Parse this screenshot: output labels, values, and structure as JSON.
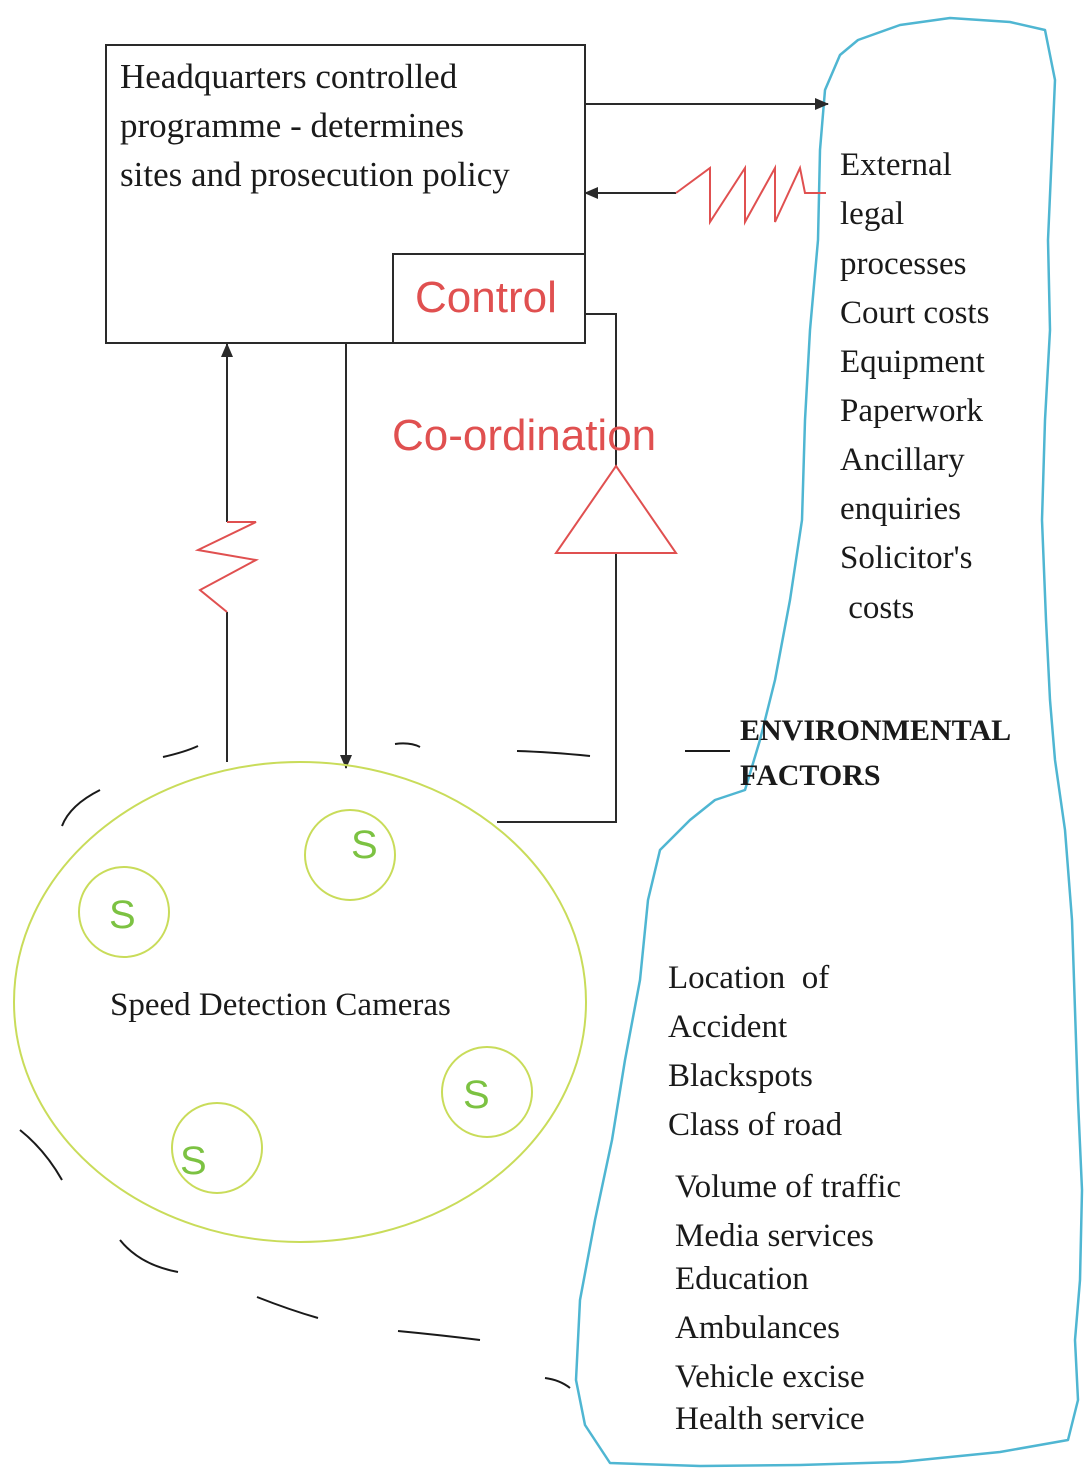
{
  "colors": {
    "line": "#2a2a2a",
    "red": "#e05050",
    "green": "#c9dc5a",
    "green_text": "#7cc242",
    "blue": "#4fb6d2"
  },
  "headquarters": {
    "lines": [
      "Headquarters controlled",
      "programme - determines",
      "sites and prosecution policy"
    ]
  },
  "labels": {
    "control": "Control",
    "coordination": "Co-ordination",
    "cameras": "Speed Detection Cameras",
    "camera_symbol": "S"
  },
  "external_costs": [
    "External",
    "legal",
    "processes",
    "Court costs",
    "Equipment",
    "Paperwork",
    "Ancillary",
    "enquiries",
    "Solicitor's",
    " costs"
  ],
  "environmental": [
    "ENVIRONMENTAL",
    "FACTORS"
  ],
  "environment_items": [
    "Location  of",
    "Accident",
    "Blackspots",
    "Class of road",
    "Volume of traffic",
    "Media services",
    "Education",
    "Ambulances",
    "Vehicle excise",
    "Health service"
  ]
}
